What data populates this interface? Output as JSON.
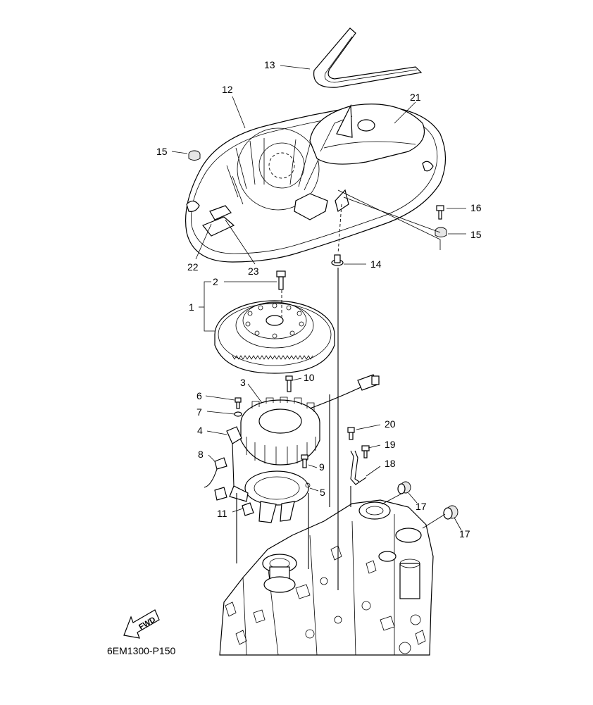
{
  "diagram_code": "6EM1300-P150",
  "fwd_label": "FWD",
  "callouts": {
    "c1": "1",
    "c2": "2",
    "c3": "3",
    "c4": "4",
    "c5": "5",
    "c6": "6",
    "c7": "7",
    "c8": "8",
    "c9": "9",
    "c10": "10",
    "c11": "11",
    "c12": "12",
    "c13": "13",
    "c14": "14",
    "c15a": "15",
    "c15b": "15",
    "c16": "16",
    "c17a": "17",
    "c17b": "17",
    "c18": "18",
    "c19": "19",
    "c20": "20",
    "c21": "21",
    "c22": "22",
    "c23": "23"
  }
}
